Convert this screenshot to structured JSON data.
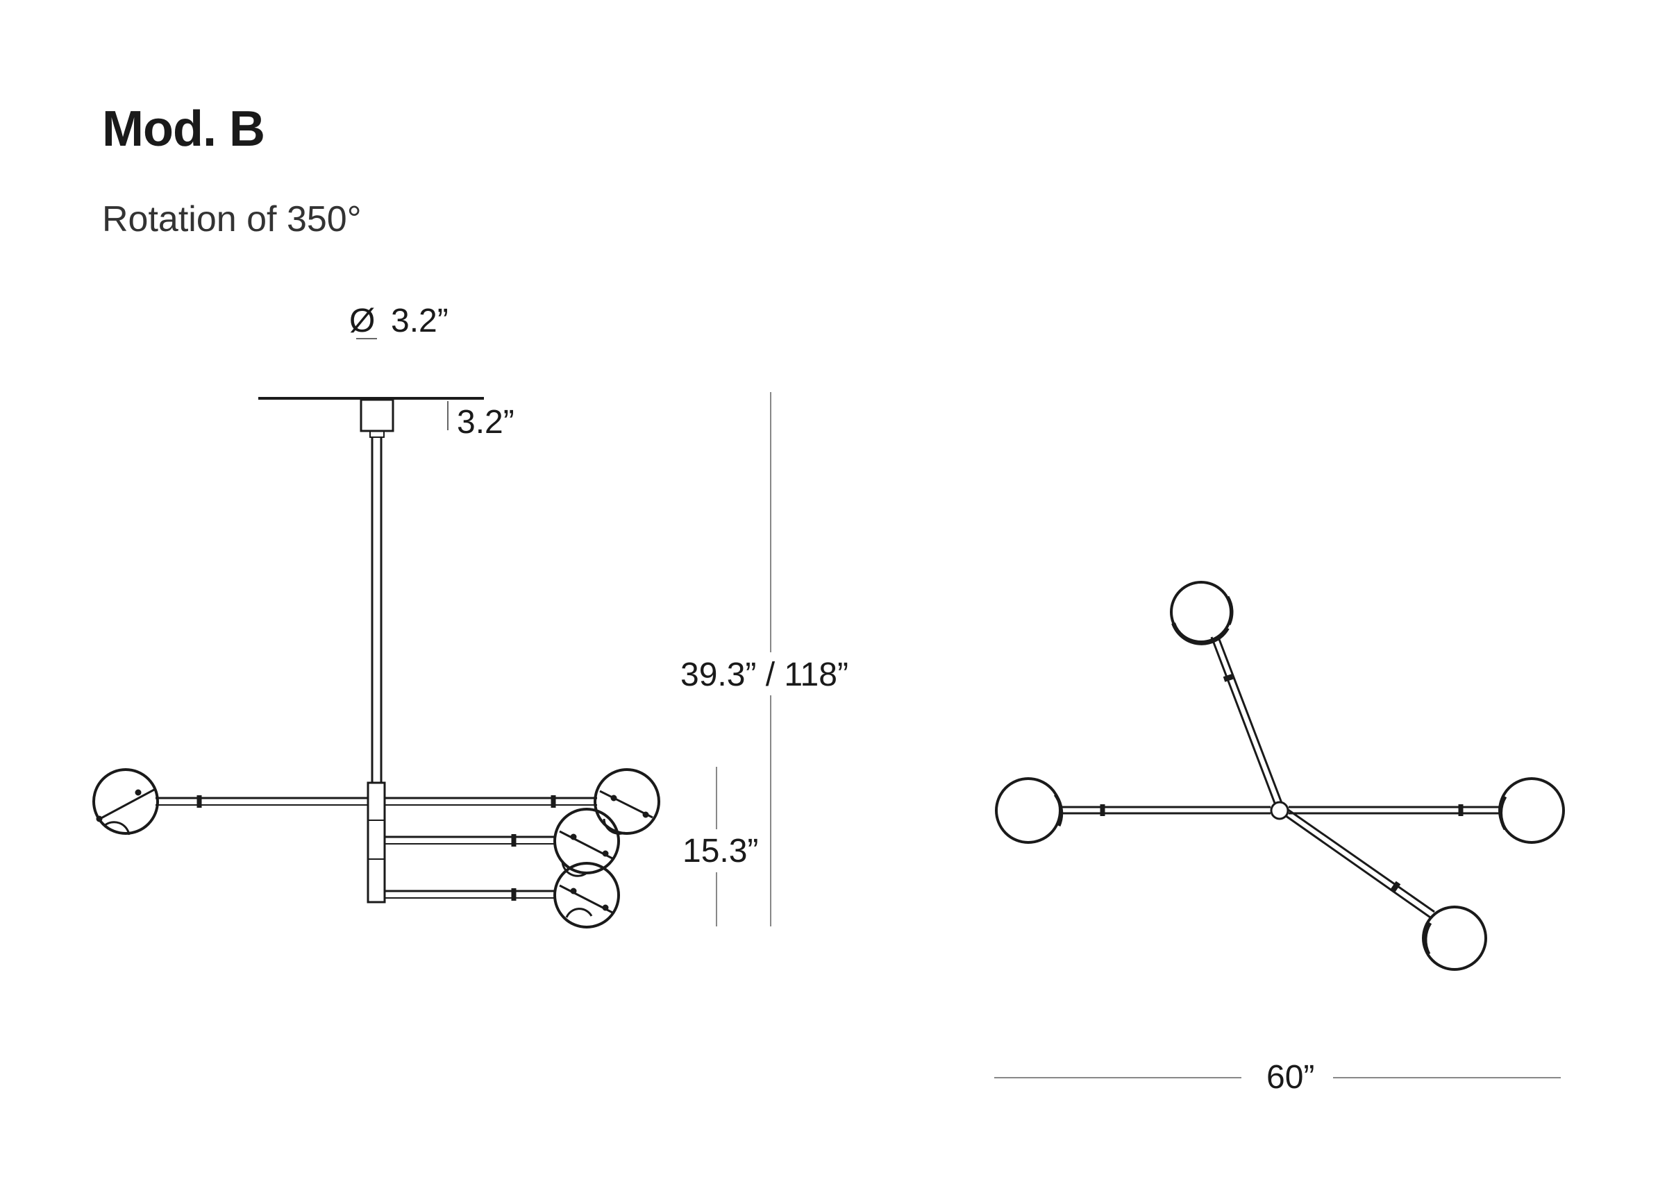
{
  "header": {
    "title": "Mod. B",
    "subtitle": "Rotation of 350°"
  },
  "dimensions": {
    "canopy_diameter_symbol": "Ø",
    "canopy_diameter": "3.2”",
    "canopy_height": "3.2”",
    "overall_height": "39.3” / 118”",
    "fixture_height": "15.3”",
    "overall_width": "60”"
  }
}
